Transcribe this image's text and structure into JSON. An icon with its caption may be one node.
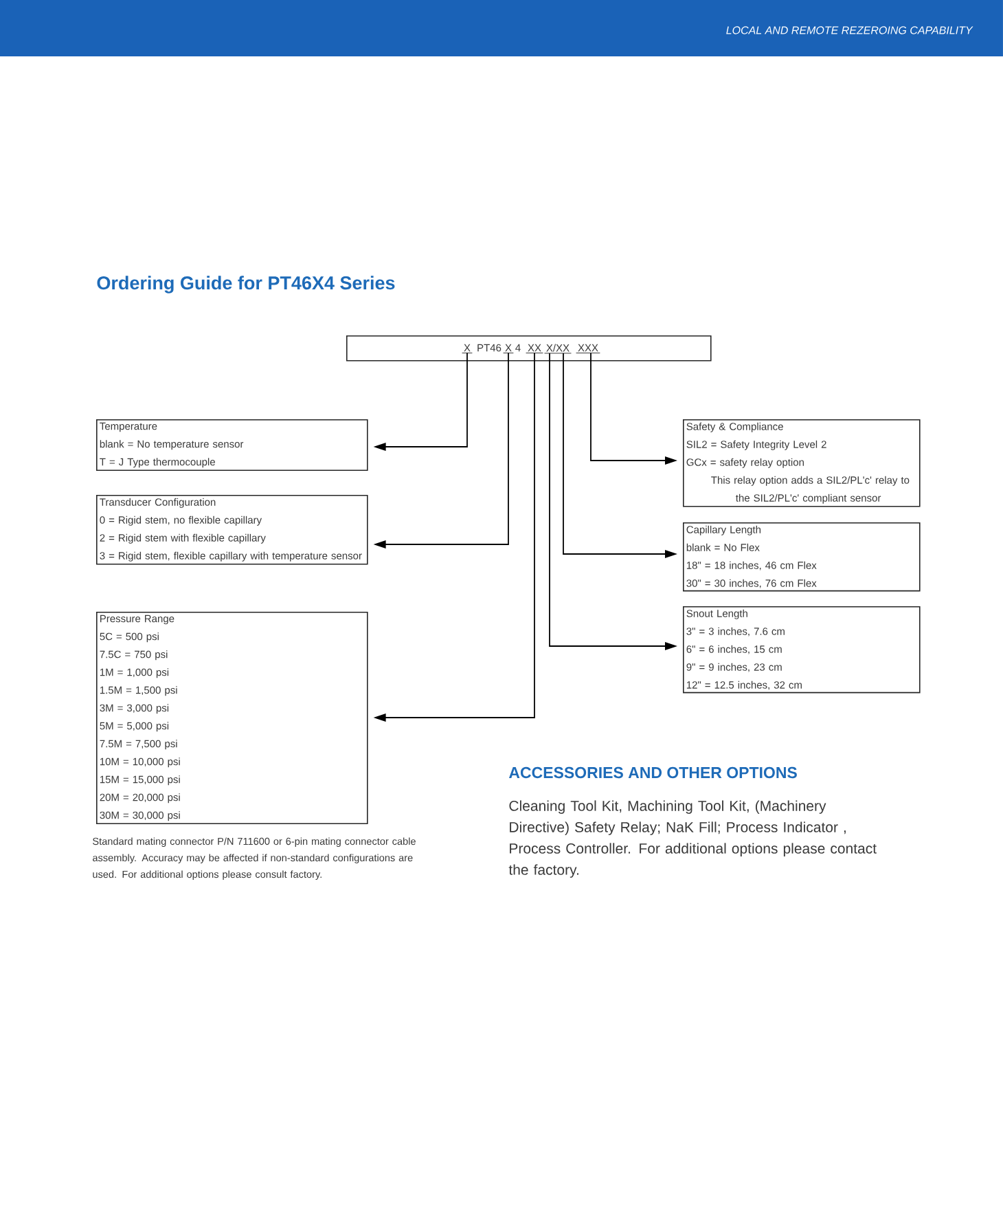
{
  "diagram": {
    "title": "Ordering Guide for PT46X4 Series",
    "nodes": [
      {
        "text": [],
        "shape": "box"
      },
      {
        "text": [
          "X"
        ],
        "in": 0
      },
      {
        "text": [
          "PT46"
        ],
        "in": 0
      },
      {
        "text": [
          "X"
        ],
        "in": 0
      },
      {
        "text": [
          "4"
        ],
        "in": 0
      },
      {
        "text": [
          "XX"
        ],
        "in": 0
      },
      {
        "text": [
          "X/XX"
        ],
        "in": 0
      },
      {
        "text": [
          "XXX"
        ],
        "in": 0
      },
      {
        "text": [
          "Temperature",
          "blank = No temperature sensor",
          "T = J Type thermocouple"
        ]
      },
      {
        "text": [
          "Transducer Configuration",
          "0 = Rigid stem, no flexible capillary",
          "2 = Rigid stem with flexible capillary",
          "3 = Rigid stem, flexible capillary with temperature sensor"
        ]
      },
      {
        "text": [
          "Pressure Range",
          "5C = 500 psi",
          "7.5C = 750 psi",
          "1M = 1,000 psi",
          "1.5M = 1,500 psi",
          "3M = 3,000 psi",
          "5M = 5,000 psi",
          "7.5M = 7,500 psi",
          "10M = 10,000 psi",
          "15M = 15,000 psi",
          "20M = 20,000 psi",
          "30M = 30,000 psi"
        ]
      },
      {
        "text": [
          "Safety & Compliance",
          "SIL2 = Safety Integrity Level 2",
          "GCx = safety relay option",
          "This relay option adds a SIL2/PL'c' relay to the SIL2/PL'c' compliant sensor"
        ]
      },
      {
        "text": [
          "Capillary Length",
          "blank = No Flex",
          "18\" = 18 inches, 46 cm Flex",
          "30\" = 30 inches, 76 cm Flex"
        ]
      },
      {
        "text": [
          "Snout Length",
          "3\" = 3 inches, 7.6 cm",
          "6\" = 6 inches, 15 cm",
          "9\" = 9 inches, 23 cm",
          "12\" = 12.5 inches, 32 cm"
        ]
      }
    ],
    "edges": [
      {
        "from": 1,
        "to": 8,
        "arrow": "to"
      },
      {
        "from": 3,
        "to": 9,
        "arrow": "to"
      },
      {
        "from": 5,
        "to": 10,
        "arrow": "to"
      },
      {
        "from": 6,
        "to": 13,
        "arrow": "to"
      },
      {
        "from": 6,
        "to": 12,
        "arrow": "to"
      },
      {
        "from": 7,
        "to": 11,
        "arrow": "to"
      }
    ],
    "labels": [
      "LOCAL AND REMOTE REZEROING CAPABILITY",
      "Standard mating connector P/N 711600 or 6-pin mating connector cable assembly. Accuracy may be affected if non-standard configurations are used. For additional options please consult factory.",
      "ACCESSORIES AND OTHER OPTIONS",
      "Cleaning Tool Kit, Machining Tool Kit, (Machinery Directive) Safety Relay; NaK Fill; Process Indicator , Process Controller. For additional options please contact the factory."
    ]
  }
}
